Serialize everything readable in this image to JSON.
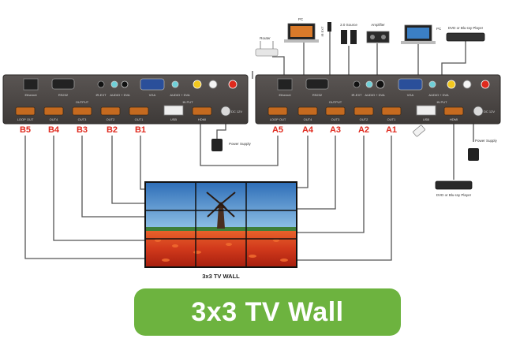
{
  "diagram": {
    "title_banner": "3x3 TV Wall",
    "wall_caption": "3x3 TV  WALL",
    "left_unit": {
      "port_labels": [
        "Ethernet",
        "RS232",
        "IR-EXT",
        "AUDIO + DVA",
        "VGA",
        "AUDIO + DVA",
        "OUTPUT",
        "LOOP OUT",
        "OUT4",
        "OUT3",
        "OUT2",
        "OUT1",
        "IN PUT",
        "USB",
        "HDMI",
        "DC 12V"
      ],
      "output_tags": [
        "B5",
        "B4",
        "B3",
        "B2",
        "B1"
      ]
    },
    "right_unit": {
      "port_labels": [
        "Ethernet",
        "RS232",
        "IR-EXT",
        "AUDIO + DVA",
        "VGA",
        "AUDIO + DVA",
        "OUTPUT",
        "LOOP OUT",
        "OUT4",
        "OUT3",
        "OUT2",
        "OUT1",
        "IN PUT",
        "USB",
        "HDMI",
        "DC 12V"
      ],
      "output_tags": [
        "A5",
        "A4",
        "A3",
        "A2",
        "A1"
      ]
    },
    "devices": {
      "router": "Router",
      "pc_left": "PC",
      "ir_ext": "IR EXT",
      "audio_source": "2.0 Source",
      "amplifier": "Amplifier",
      "pc_right": "PC",
      "dvd_top": "DVD or Blu-ray Player",
      "power_left": "Power Supply",
      "power_right": "Power Supply",
      "dvd_bottom": "DVD or Blu-ray Player"
    },
    "colors": {
      "unit_body": "#4a4644",
      "tag_color": "#e0291d",
      "banner_green": "#6db33f",
      "cable": "#555555"
    }
  }
}
